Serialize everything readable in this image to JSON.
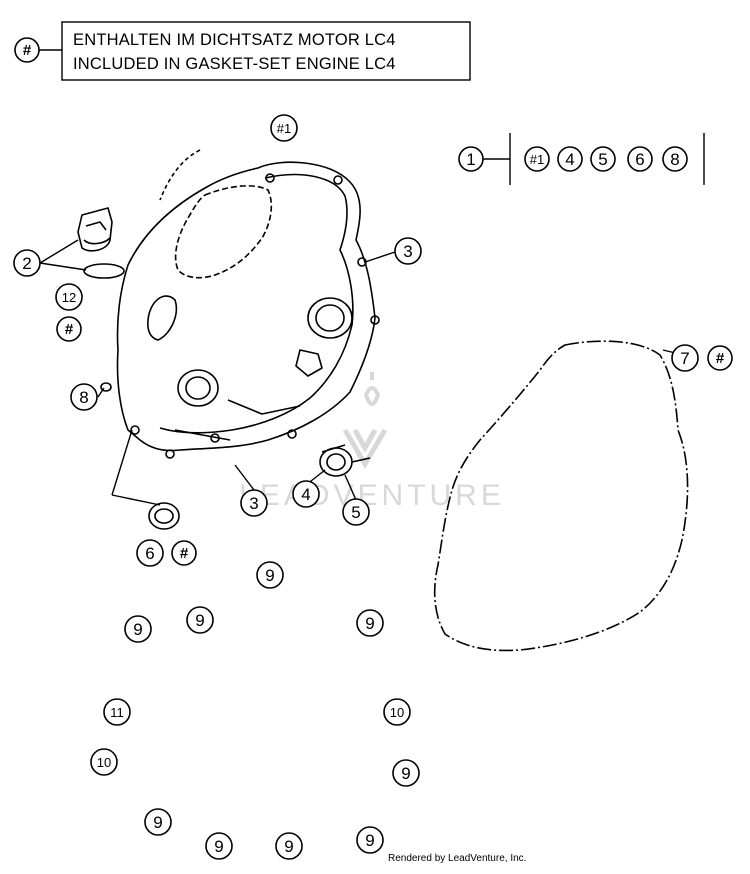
{
  "legend": {
    "symbol": "#",
    "line_de": "ENTHALTEN IM DICHTSATZ MOTOR LC4",
    "line_en": "INCLUDED IN GASKET-SET ENGINE LC4"
  },
  "kit": {
    "number": "1",
    "members": [
      "#1",
      "4",
      "5",
      "6",
      "8"
    ]
  },
  "callouts": [
    {
      "id": "hash1-top",
      "text": "#1"
    },
    {
      "id": "c2",
      "text": "2"
    },
    {
      "id": "c12",
      "text": "12"
    },
    {
      "id": "hash-12",
      "text": "#"
    },
    {
      "id": "c3-right",
      "text": "3"
    },
    {
      "id": "c7",
      "text": "7"
    },
    {
      "id": "hash-7",
      "text": "#"
    },
    {
      "id": "c8",
      "text": "8"
    },
    {
      "id": "c3-bottom",
      "text": "3"
    },
    {
      "id": "c4",
      "text": "4"
    },
    {
      "id": "c5",
      "text": "5"
    },
    {
      "id": "c6",
      "text": "6"
    },
    {
      "id": "hash-6",
      "text": "#"
    },
    {
      "id": "c9a",
      "text": "9"
    },
    {
      "id": "c9b",
      "text": "9"
    },
    {
      "id": "c9c",
      "text": "9"
    },
    {
      "id": "c9d",
      "text": "9"
    },
    {
      "id": "c11",
      "text": "11"
    },
    {
      "id": "c10a",
      "text": "10"
    },
    {
      "id": "c10b",
      "text": "10"
    },
    {
      "id": "c9e",
      "text": "9"
    },
    {
      "id": "c9f",
      "text": "9"
    },
    {
      "id": "c9g",
      "text": "9"
    },
    {
      "id": "c9h",
      "text": "9"
    },
    {
      "id": "c9i",
      "text": "9"
    }
  ],
  "watermark": "LEADVENTURE",
  "footer": "Rendered by LeadVenture, Inc."
}
